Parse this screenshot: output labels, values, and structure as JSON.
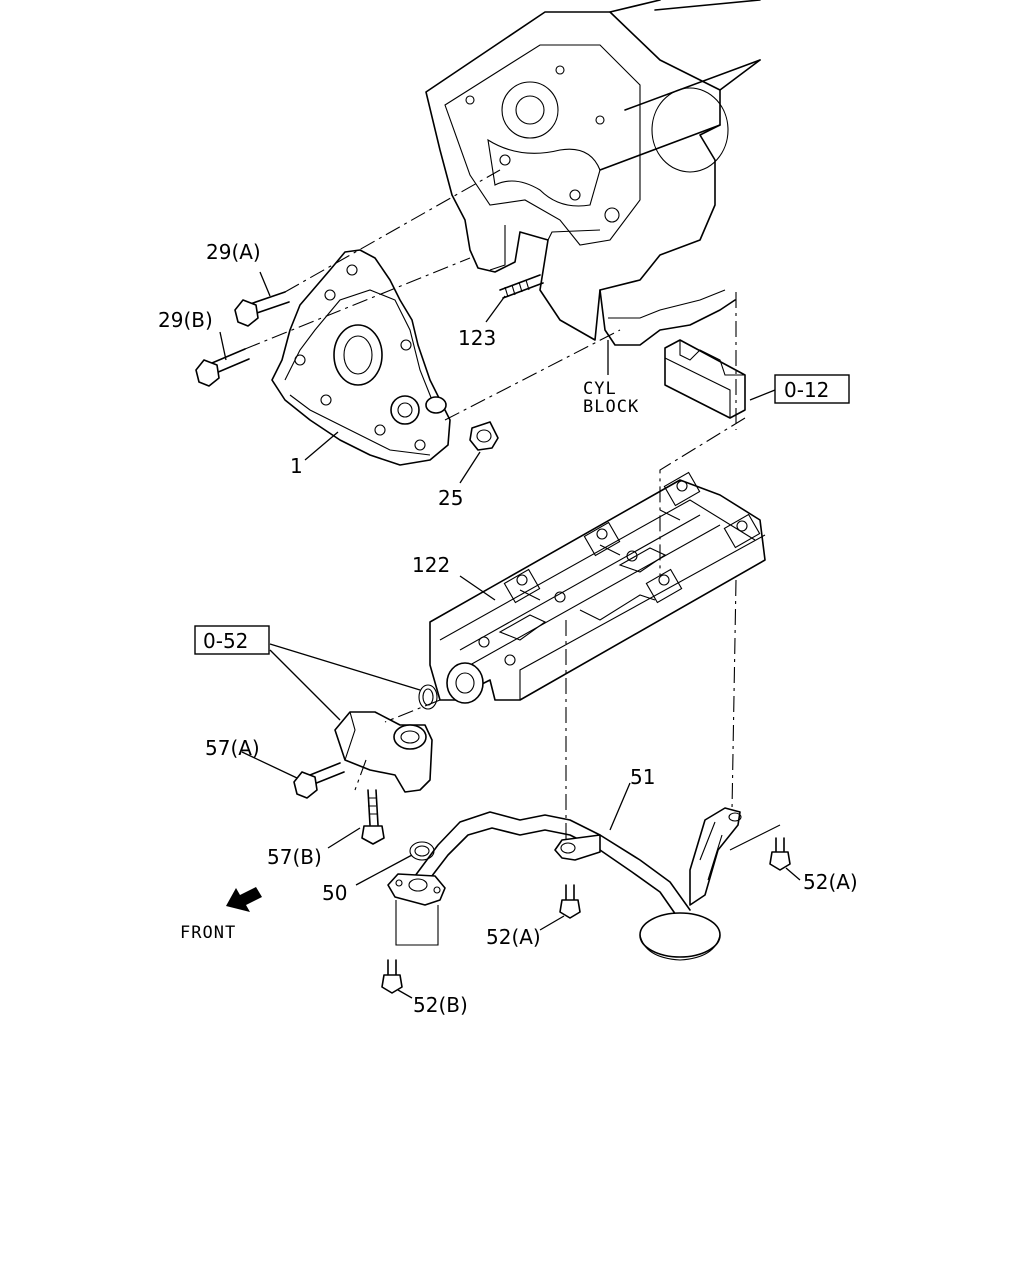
{
  "diagram": {
    "labels": {
      "p29a": "29(A)",
      "p29b": "29(B)",
      "p1": "1",
      "p25": "25",
      "p123": "123",
      "cyl_block_1": "CYL",
      "cyl_block_2": "BLOCK",
      "ref_012": "0-12",
      "ref_052": "0-52",
      "p122": "122",
      "p57a": "57(A)",
      "p57b": "57(B)",
      "p51": "51",
      "p50": "50",
      "p52a_mid": "52(A)",
      "p52a_right": "52(A)",
      "p52b": "52(B)",
      "front": "FRONT"
    },
    "icons": {
      "front_arrow": "arrow-down-left-icon"
    }
  }
}
